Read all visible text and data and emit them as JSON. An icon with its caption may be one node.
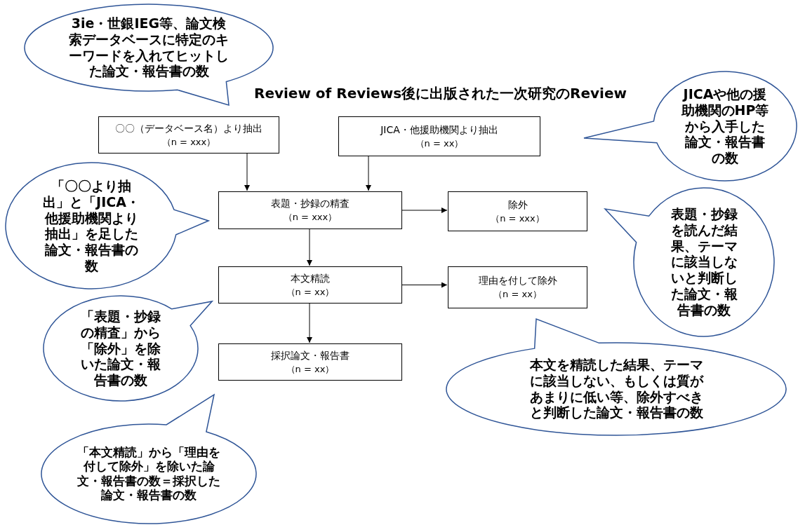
{
  "diagram": {
    "title": "Review of Reviews後に出版された一次研究のReview",
    "nodes": [
      {
        "text": [
          "〇〇（データベース名）より抽出",
          "（n = xxx）"
        ]
      },
      {
        "text": [
          "JICA・他援助機関より抽出",
          "（n = xx）"
        ]
      },
      {
        "text": [
          "表題・抄録の精査",
          "（n = xxx）"
        ]
      },
      {
        "text": [
          "除外",
          "（n = xxx）"
        ]
      },
      {
        "text": [
          "本文精読",
          "（n = xx）"
        ]
      },
      {
        "text": [
          "理由を付して除外",
          "（n = xx）"
        ]
      },
      {
        "text": [
          "採択論文・報告書",
          "（n = xx）"
        ]
      },
      {
        "text": [
          "3ie・世銀IEG等、論文検索データベースに特定のキーワードを入れてヒットした論文・報告書の数"
        ]
      },
      {
        "text": [
          "JICAや他の援助機関のHP等から入手した論文・報告書の数"
        ]
      },
      {
        "text": [
          "「〇〇より抽出」と「JICA・他援助機関より抽出」を足した論文・報告書の数"
        ]
      },
      {
        "text": [
          "表題・抄録を読んだ結果、テーマに該当しないと判断した論文・報告書の数"
        ]
      },
      {
        "text": [
          "「表題・抄録の精査」から「除外」を除いた論文・報告書の数"
        ]
      },
      {
        "text": [
          "「本文精読」から「理由を付して除外」を除いた論文・報告書の数＝採択した論文・報告書の数"
        ]
      },
      {
        "text": [
          "本文を精読した結果、テーマに該当しない、もしくは質があまりに低い等、除外すべきと判断した論文・報告書の数"
        ]
      }
    ],
    "edges": [
      {
        "from": 0,
        "to": 2,
        "arrow": "to"
      },
      {
        "from": 1,
        "to": 2,
        "arrow": "to"
      },
      {
        "from": 2,
        "to": 3,
        "arrow": "to"
      },
      {
        "from": 2,
        "to": 4,
        "arrow": "to"
      },
      {
        "from": 4,
        "to": 5,
        "arrow": "to"
      },
      {
        "from": 4,
        "to": 6,
        "arrow": "to"
      }
    ]
  }
}
